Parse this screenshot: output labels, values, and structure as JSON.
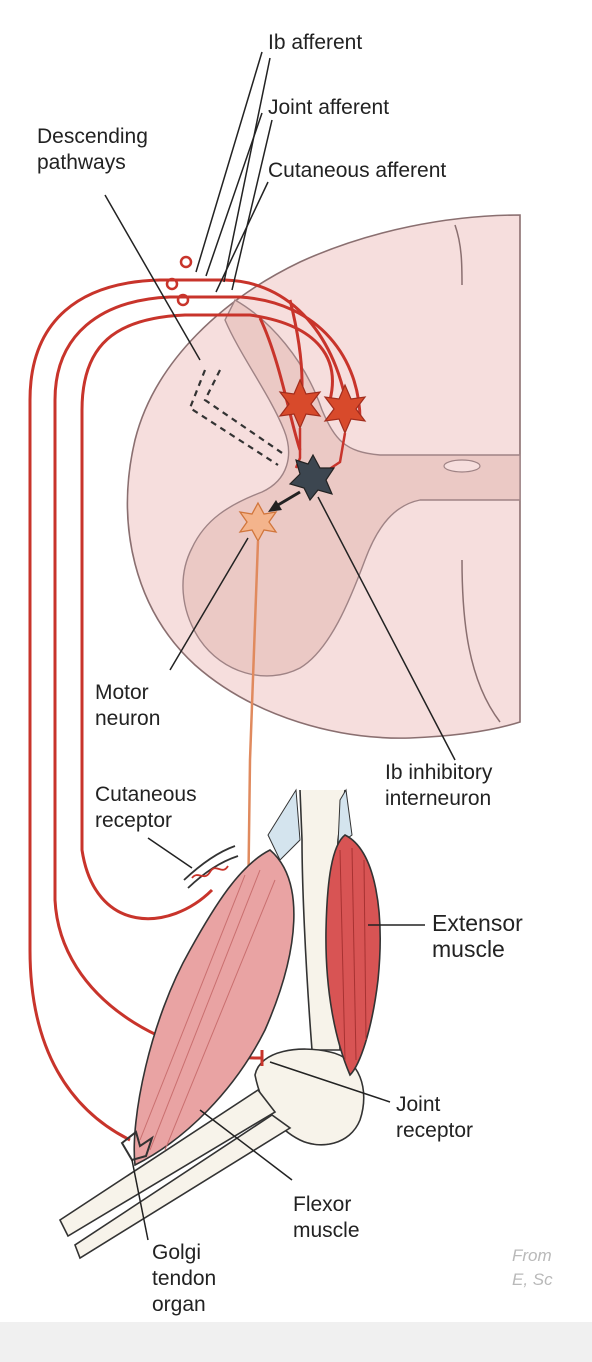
{
  "labels": {
    "ib_afferent": "Ib afferent",
    "joint_afferent": "Joint afferent",
    "cutaneous_afferent": "Cutaneous afferent",
    "descending_pathways": "Descending\npathways",
    "motor_neuron": "Motor\nneuron",
    "ib_inhibitory_interneuron": "Ib inhibitory\ninterneuron",
    "cutaneous_receptor": "Cutaneous\nreceptor",
    "extensor_muscle": "Extensor\nmuscle",
    "joint_receptor": "Joint\nreceptor",
    "flexor_muscle": "Flexor\nmuscle",
    "golgi_tendon_organ": "Golgi\ntendon\norgan"
  },
  "credit": "From\nE, Sc",
  "colors": {
    "afferent_red": "#c8342b",
    "motor_orange": "#e08a5e",
    "interneuron_dark": "#3c4650",
    "spinal_cord_white": "#f6dedd",
    "gray_matter": "#ebc9c5",
    "flexor_muscle": "#e9a3a3",
    "extensor_muscle": "#d85454",
    "bone": "#f7f3ea"
  }
}
